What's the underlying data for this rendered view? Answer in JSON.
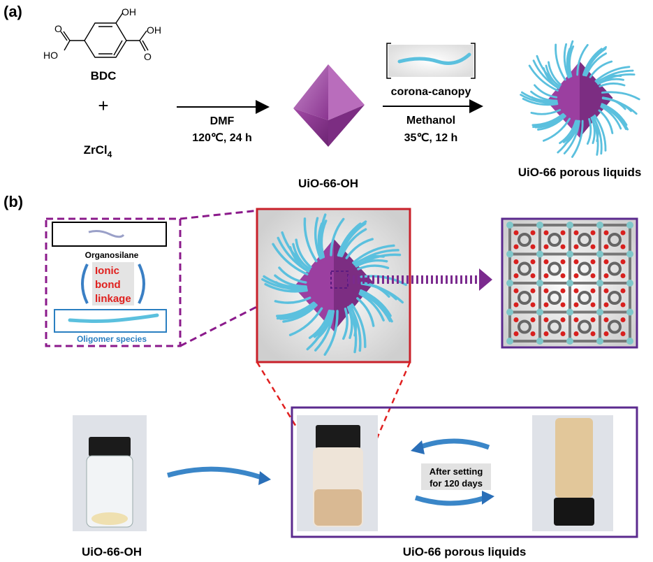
{
  "panel_a": {
    "label": "(a)",
    "ligand": {
      "name": "BDC",
      "oh_top": "OH",
      "oh_right": "OH",
      "ho_left": "HO",
      "o_left": "O",
      "o_right": "O"
    },
    "plus": "+",
    "metal_salt": {
      "base": "ZrCl",
      "subscript": "4"
    },
    "step1": {
      "solvent": "DMF",
      "conditions": "120℃, 24 h"
    },
    "intermediate": "UiO-66-OH",
    "step2": {
      "reagent": "corona-canopy",
      "solvent": "Methanol",
      "conditions": "35℃, 12 h"
    },
    "product": "UiO-66 porous liquids"
  },
  "panel_b": {
    "label": "(b)",
    "inset": {
      "top_species": "Organosilane",
      "linkage": [
        "Ionic",
        "bond",
        "linkage"
      ],
      "bottom_species": "Oligomer species"
    },
    "photos": {
      "left_label": "UiO-66-OH",
      "right_label": "UiO-66 porous liquids",
      "callout": [
        "After setting",
        "for 120 days"
      ]
    }
  },
  "colors": {
    "purple": "#7b2a8e",
    "red": "#c8202a",
    "fiber": "#5bc0de",
    "octahedron": "#9b3fa0",
    "arrow_blue": "#3a86c8",
    "inset_blue": "#2a7fc1",
    "linkage_red": "#e0201e"
  }
}
